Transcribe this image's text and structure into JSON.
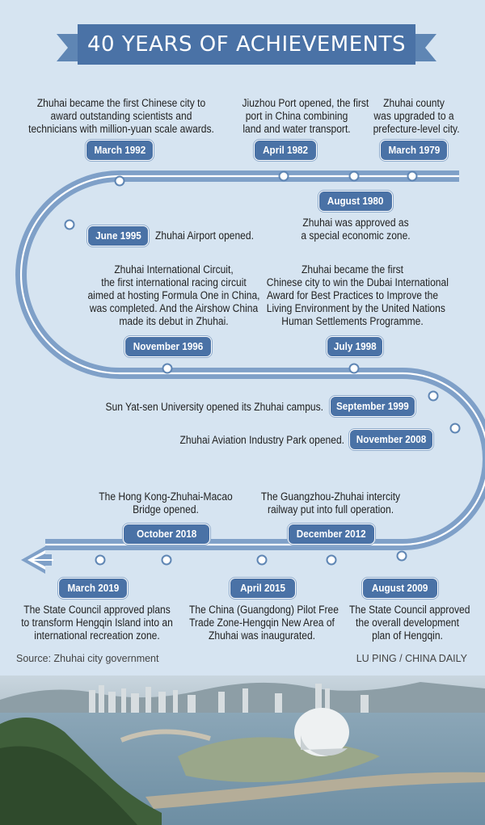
{
  "title": "40 YEARS OF ACHIEVEMENTS",
  "events": [
    {
      "date": "March 1979",
      "text": [
        "Zhuhai county",
        "was upgraded to a",
        "prefecture-level city."
      ]
    },
    {
      "date": "August 1980",
      "text": [
        "Zhuhai was approved as",
        "a special economic zone."
      ]
    },
    {
      "date": "April 1982",
      "text": [
        "Jiuzhou Port opened, the first",
        "port in China combining",
        "land and water transport."
      ]
    },
    {
      "date": "March 1992",
      "text": [
        "Zhuhai became the first Chinese city to",
        "award outstanding scientists and",
        "technicians with million-yuan scale awards."
      ]
    },
    {
      "date": "June 1995",
      "text": [
        "Zhuhai Airport opened."
      ]
    },
    {
      "date": "November 1996",
      "text": [
        "Zhuhai International Circuit,",
        "the first international racing circuit",
        "aimed at hosting Formula One in China,",
        "was completed. And the Airshow China",
        "made its debut in Zhuhai."
      ]
    },
    {
      "date": "July 1998",
      "text": [
        "Zhuhai became the first",
        "Chinese city to win the Dubai International",
        "Award for Best Practices to Improve the",
        "Living Environment by the United Nations",
        "Human Settlements Programme."
      ]
    },
    {
      "date": "September 1999",
      "text": [
        "Sun Yat-sen University opened its Zhuhai campus."
      ]
    },
    {
      "date": "November 2008",
      "text": [
        "Zhuhai Aviation Industry Park opened."
      ]
    },
    {
      "date": "August 2009",
      "text": [
        "The State Council approved",
        "the overall development",
        "plan of Hengqin."
      ]
    },
    {
      "date": "December 2012",
      "text": [
        "The Guangzhou-Zhuhai intercity",
        "railway put into full operation."
      ]
    },
    {
      "date": "April 2015",
      "text": [
        "The China (Guangdong) Pilot Free",
        "Trade Zone-Hengqin New Area of",
        "Zhuhai was inaugurated."
      ]
    },
    {
      "date": "October 2018",
      "text": [
        "The Hong Kong-Zhuhai-Macao",
        "Bridge opened."
      ]
    },
    {
      "date": "March 2019",
      "text": [
        "The State Council approved plans",
        "to transform Hengqin Island into an",
        "international recreation zone."
      ]
    }
  ],
  "source": "Source: Zhuhai city government",
  "credit": "LU PING / CHINA DAILY",
  "colors": {
    "panel": "#d6e4f1",
    "badge": "#4a72a6",
    "road": "#7fa0c8"
  }
}
